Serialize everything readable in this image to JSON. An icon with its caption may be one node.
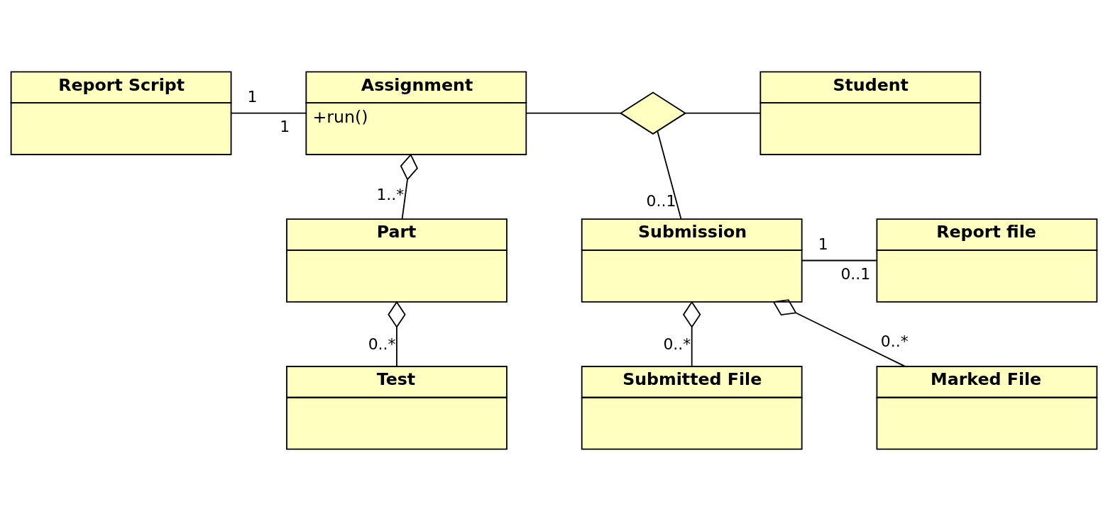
{
  "diagram": {
    "nodes": [
      {
        "text": [
          "Report Script"
        ]
      },
      {
        "text": [
          "Assignment",
          "+run()"
        ]
      },
      {
        "text": [],
        "shape": "diamond"
      },
      {
        "text": [
          "Student"
        ]
      },
      {
        "text": [
          "Submission"
        ]
      },
      {
        "text": [
          "Report file"
        ]
      },
      {
        "text": [
          "Part"
        ]
      },
      {
        "text": [
          "Submitted File"
        ]
      },
      {
        "text": [
          "Marked File"
        ]
      },
      {
        "text": [
          "Test"
        ]
      }
    ],
    "edges": [
      {
        "from": 0,
        "to": 1,
        "arrow": "none"
      },
      {
        "from": 1,
        "to": 2,
        "arrow": "none"
      },
      {
        "from": 2,
        "to": 3,
        "arrow": "none"
      },
      {
        "from": 2,
        "to": 4,
        "arrow": "none"
      },
      {
        "from": 4,
        "to": 5,
        "arrow": "none"
      },
      {
        "from": 1,
        "to": 6,
        "arrow": "other"
      },
      {
        "from": 6,
        "to": 9,
        "arrow": "other"
      },
      {
        "from": 4,
        "to": 7,
        "arrow": "other"
      },
      {
        "from": 4,
        "to": 8,
        "arrow": "other"
      }
    ],
    "labels": [
      "1",
      "1",
      "0..1",
      "1",
      "0..1",
      "1..*",
      "0..*",
      "0..*",
      "0..*"
    ]
  }
}
